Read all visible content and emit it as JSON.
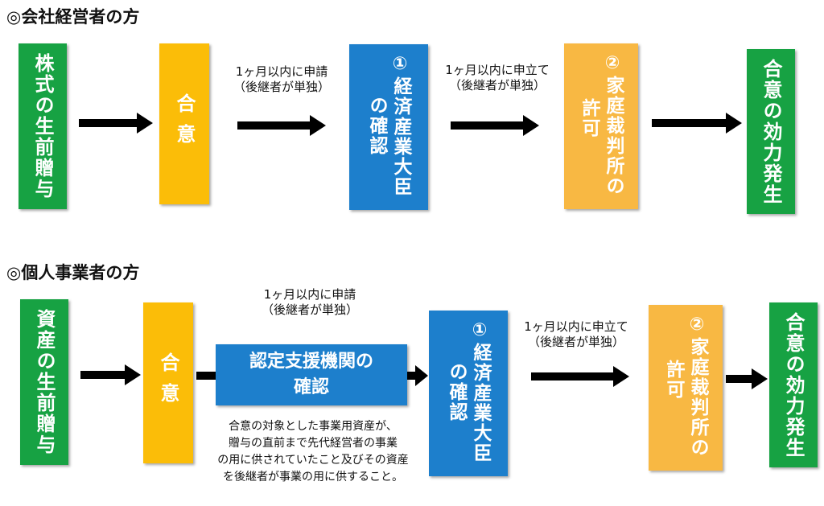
{
  "section1": {
    "heading": "◎会社経営者の方",
    "box1": "株式の生前贈与",
    "box2": "合意",
    "note1_line1": "1ヶ月以内に申請",
    "note1_line2": "（後継者が単独）",
    "box3_num": "①",
    "box3_col1": "経済産業大臣",
    "box3_col2": "の確認",
    "note2_line1": "1ヶ月以内に申立て",
    "note2_line2": "（後継者が単独）",
    "box4_num": "②",
    "box4_col1": "家庭裁判所の",
    "box4_col2": "許可",
    "box5": "合意の効力発生"
  },
  "section2": {
    "heading": "◎個人事業者の方",
    "box1": "資産の生前贈与",
    "box2": "合意",
    "note1_line1": "1ヶ月以内に申請",
    "note1_line2": "（後継者が単独）",
    "certify_line1": "認定支援機関の",
    "certify_line2": "確認",
    "desc_line1": "合意の対象とした事業用資産が、",
    "desc_line2": "贈与の直前まで先代経営者の事業",
    "desc_line3": "の用に供されていたこと及びその資産",
    "desc_line4": "を後継者が事業の用に供すること。",
    "box3_num": "①",
    "box3_col1": "経済産業大臣",
    "box3_col2": "の確認",
    "note2_line1": "1ヶ月以内に申立て",
    "note2_line2": "（後継者が単独）",
    "box4_num": "②",
    "box4_col1": "家庭裁判所の",
    "box4_col2": "許可",
    "box5": "合意の効力発生"
  },
  "colors": {
    "green": "#17a243",
    "yellow": "#fbbd08",
    "blue": "#1d7fcc",
    "orange": "#f8b843",
    "arrow": "#000000"
  }
}
